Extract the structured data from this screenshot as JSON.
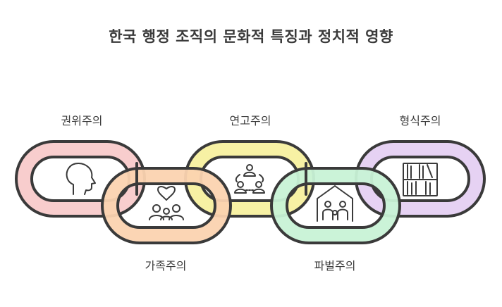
{
  "title": "한국 행정 조직의 문화적 특징과 정치적 영향",
  "links": [
    {
      "label": "권위주의",
      "icon": "head-silhouette-icon",
      "color": "#f7c8c8"
    },
    {
      "label": "가족주의",
      "icon": "family-heart-icon",
      "color": "#fbd3b0"
    },
    {
      "label": "연고주의",
      "icon": "network-people-icon",
      "color": "#f6f09a"
    },
    {
      "label": "파벌주의",
      "icon": "group-house-icon",
      "color": "#c8f2d6"
    },
    {
      "label": "형식주의",
      "icon": "bookshelf-icon",
      "color": "#e3cdf2"
    }
  ]
}
